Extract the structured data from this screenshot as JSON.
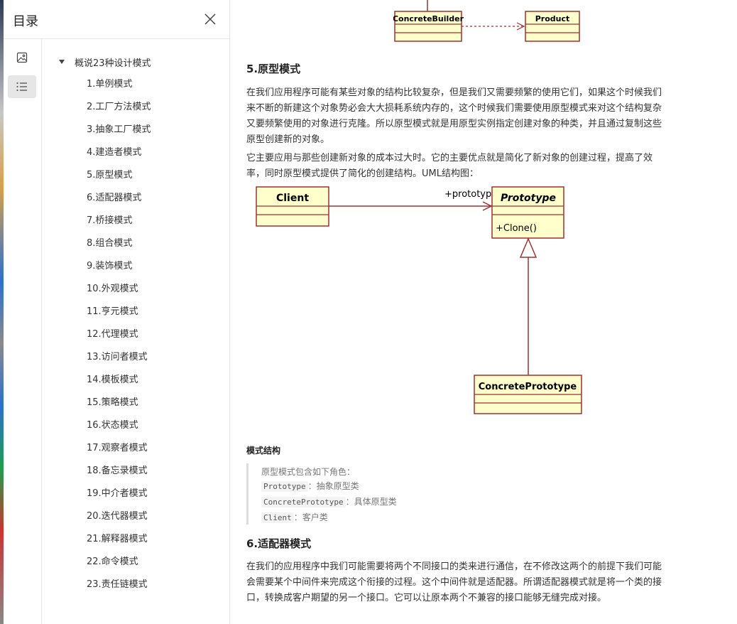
{
  "toc": {
    "title": "目录",
    "parent_label": "概说23种设计模式",
    "items": [
      "1.单例模式",
      "2.工厂方法模式",
      "3.抽象工厂模式",
      "4.建造者模式",
      "5.原型模式",
      "6.适配器模式",
      "7.桥接模式",
      "8.组合模式",
      "9.装饰模式",
      "10.外观模式",
      "11.亨元模式",
      "12.代理模式",
      "13.访问者模式",
      "14.模板模式",
      "15.策略模式",
      "16.状态模式",
      "17.观察者模式",
      "18.备忘录模式",
      "19.中介者模式",
      "20.迭代器模式",
      "21.解释器模式",
      "22.命令模式",
      "23.责任链模式"
    ],
    "rail_icons": [
      "image-icon",
      "list-icon"
    ]
  },
  "builder_uml": {
    "concrete_builder": "ConcreteBuilder",
    "product": "Product"
  },
  "section5": {
    "title": "5.原型模式",
    "para1_lines": [
      "在我们应用程序可能有某些对象的结构比较复杂，但是我们又需要频繁的使用它们，如果这个时候我们",
      "来不断的新建这个对象势必会大大损耗系统内存的，这个时候我们需要使用原型模式来对这个结构复杂",
      "又要频繁使用的对象进行克隆。所以原型模式就是用原型实例指定创建对象的种类，并且通过复制这些",
      "原型创建新的对象。"
    ],
    "para2_lines": [
      "它主要应用与那些创建新对象的成本过大时。它的主要优点就是简化了新对象的创建过程，提高了效",
      "率，同时原型模式提供了简化的创建结构。UML结构图："
    ]
  },
  "prototype_uml": {
    "client": "Client",
    "association_label": "+prototype",
    "prototype": "Prototype",
    "clone_method": "+Clone()",
    "concrete_prototype": "ConcretePrototype"
  },
  "structure": {
    "heading": "模式结构",
    "intro": "原型模式包含如下角色：",
    "roles": [
      {
        "code": "Prototype",
        "desc": "：抽象原型类"
      },
      {
        "code": "ConcretePrototype",
        "desc": "：具体原型类"
      },
      {
        "code": "Client",
        "desc": "：客户类"
      }
    ]
  },
  "section6": {
    "title": "6.适配器模式",
    "para_lines": [
      "在我们的应用程序中我们可能需要将两个不同接口的类来进行通信，在不修改这两个的前提下我们可能",
      "会需要某个中间件来完成这个衔接的过程。这个中间件就是适配器。所谓适配器模式就是将一个类的接",
      "口，转换成客户期望的另一个接口。它可以让原本两个不兼容的接口能够无缝完成对接。"
    ]
  },
  "colors": {
    "uml_fill": "#ffffcc",
    "uml_stroke": "#993333"
  }
}
